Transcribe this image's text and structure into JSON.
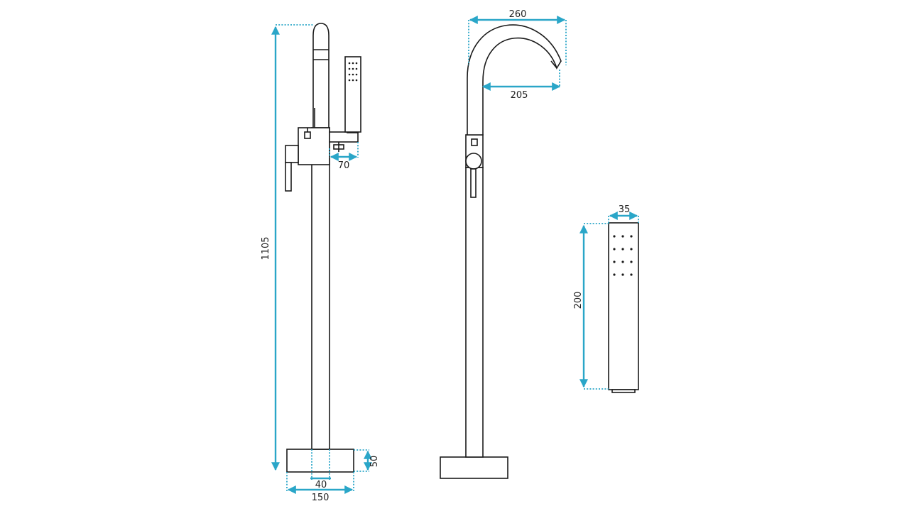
{
  "dimensions": {
    "total_height": "1105",
    "outlet_offset": "70",
    "base_height": "50",
    "column_width": "40",
    "base_width": "150",
    "spout_reach_outer": "260",
    "spout_reach_inner": "205",
    "handshower_width": "35",
    "handshower_length": "200"
  },
  "colors": {
    "dimension_line": "#2aa6c8",
    "outline": "#1a1a1a",
    "background": "#ffffff"
  }
}
